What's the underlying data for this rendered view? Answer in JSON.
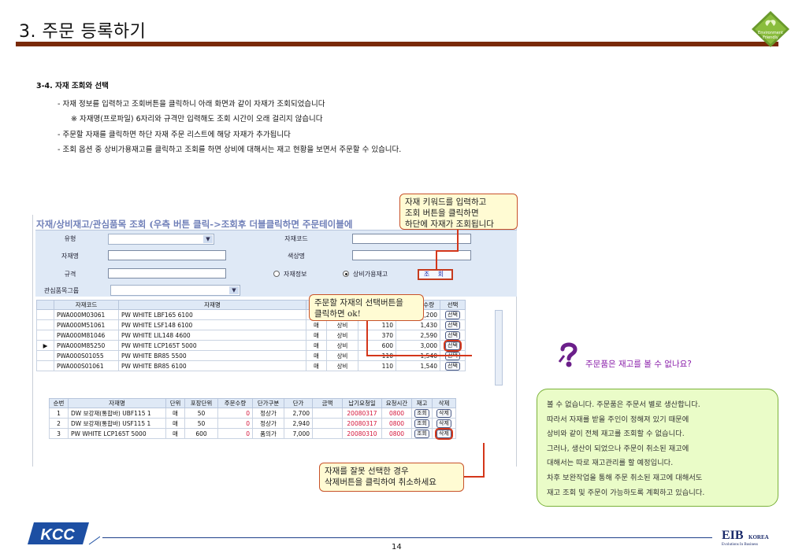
{
  "header": {
    "title": "3. 주문 등록하기"
  },
  "logo_env": {
    "line1": "Environment",
    "line2": "Friendly"
  },
  "intro": {
    "heading": "3-4. 자재 조회와 선택",
    "bullet1": "- 자재 정보를 입력하고 조회버튼을 클릭하니 아래 화면과 같이 자재가 조회되었습니다",
    "note1": "※ 자재명(프로파일) 6자리와 규격만 입력해도 조회 시간이 오래 걸리지 않습니다",
    "bullet2": "- 주문할 자재를 클릭하면 하단 자재 주문 리스트에 해당 자재가 추가됩니다",
    "bullet3": "- 조회 옵션 중 상비가용재고를 클릭하고 조회를 하면 상비에 대해서는 재고 현황을 보면서 주문할 수 있습니다."
  },
  "screen": {
    "title": "자재/상비재고/관심품목 조회 (우측 버튼 클릭->조회후 더블클릭하면 주문테이블에",
    "labels": {
      "type": "유형",
      "material_code": "자재코드",
      "material_name": "자재명",
      "color_name": "색상명",
      "spec": "규격",
      "interest_group": "관심품목그룹"
    },
    "radio1": "자재정보",
    "radio2": "상비가용재고",
    "search_button": "조 회",
    "upper_headers": [
      "자재코드",
      "자재명",
      "단",
      "",
      "",
      "가용재고수량",
      "선택"
    ],
    "upper_rows": [
      {
        "code": "PWA000M03061",
        "name": "PW WHITE LBF165 6100",
        "unit": "",
        "kind": "",
        "pack": "",
        "stock": "1,200",
        "btn": "선택"
      },
      {
        "code": "PWA000M51061",
        "name": "PW WHITE LSF148 6100",
        "unit": "매",
        "kind": "상비",
        "pack": "110",
        "stock": "1,430",
        "btn": "선택"
      },
      {
        "code": "PWA000M81046",
        "name": "PW WHITE LIL148 4600",
        "unit": "매",
        "kind": "상비",
        "pack": "370",
        "stock": "2,590",
        "btn": "선택"
      },
      {
        "code": "PWA000M85250",
        "name": "PW WHITE LCP165T 5000",
        "unit": "매",
        "kind": "상비",
        "pack": "600",
        "stock": "3,000",
        "btn": "선택"
      },
      {
        "code": "PWA000S01055",
        "name": "PW WHITE BR85 5500",
        "unit": "매",
        "kind": "상비",
        "pack": "110",
        "stock": "1,540",
        "btn": "선택"
      },
      {
        "code": "PWA000S01061",
        "name": "PW WHITE BR85 6100",
        "unit": "매",
        "kind": "상비",
        "pack": "110",
        "stock": "1,540",
        "btn": "선택"
      }
    ],
    "lower_headers": [
      "순번",
      "자재명",
      "단위",
      "포장단위",
      "주문수량",
      "단가구분",
      "단가",
      "금액",
      "납기요청일",
      "요청시간",
      "재고",
      "삭제"
    ],
    "lower_rows": [
      {
        "no": "1",
        "name": "DW 보강재(통합바) UBF115 1",
        "unit": "매",
        "pack": "50",
        "qty": "0",
        "price_type": "정상가",
        "price": "2,700",
        "amount": "",
        "date": "20080317",
        "time": "0800",
        "stock_btn": "조회",
        "del_btn": "삭제"
      },
      {
        "no": "2",
        "name": "DW 보강재(통합바) USF115 1",
        "unit": "매",
        "pack": "50",
        "qty": "0",
        "price_type": "정상가",
        "price": "2,940",
        "amount": "",
        "date": "20080317",
        "time": "0800",
        "stock_btn": "조회",
        "del_btn": "삭제"
      },
      {
        "no": "3",
        "name": "PW WHITE LCP165T 5000",
        "unit": "매",
        "pack": "600",
        "qty": "0",
        "price_type": "품의가",
        "price": "7,000",
        "amount": "",
        "date": "20080310",
        "time": "0800",
        "stock_btn": "조회",
        "del_btn": "삭제"
      }
    ]
  },
  "callouts": {
    "c1_line1": "자재 키워드를 입력하고",
    "c1_line2": "조회 버튼을 클릭하면",
    "c1_line3": "하단에 자재가 조회됩니다",
    "c2_line1": "주문할 자재의 선택버튼을",
    "c2_line2": "클릭하면 ok!",
    "c3_line1": "자재를 잘못 선택한 경우",
    "c3_line2": "삭제버튼을 클릭하여 취소하세요"
  },
  "qa": {
    "question": "주문품은 재고를 볼 수 없나요?",
    "answer": [
      "볼 수 없습니다. 주문품은 주문서 별로 생산합니다.",
      "따라서 자재를 받을 주인이 정해져 있기 때문에",
      "상비와 같이 전체 재고를 조회할 수 없습니다.",
      "그러나, 생산이 되었으나 주문이 취소된 재고에",
      "대해서는 따로 재고관리를 할 예정입니다.",
      "차후 보완작업을 통해 주문 취소된 재고에 대해서도",
      "재고 조회 및 주문이 가능하도록 계획하고 있습니다."
    ]
  },
  "footer": {
    "kcc": "KCC",
    "eib_main": "EIB",
    "eib_sub": "KOREA",
    "eib_tag": "Evolutions In Business",
    "page": "14"
  },
  "colors": {
    "title_bar": "#7a2a08",
    "accent_red": "#d4361a",
    "panel_blue": "#dfe9f6",
    "qa_green": "#eafcc8"
  }
}
